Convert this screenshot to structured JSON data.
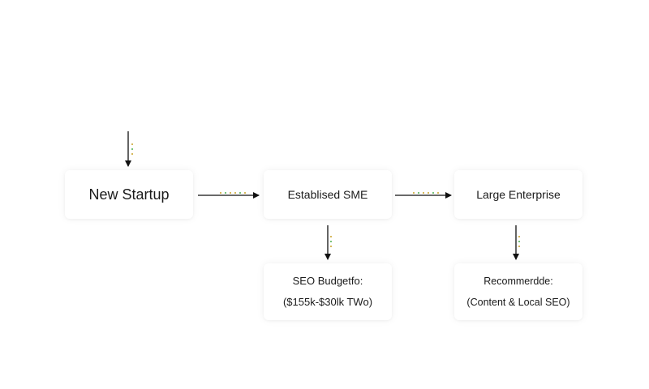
{
  "diagram": {
    "nodes": {
      "startup": {
        "label": "New Startup"
      },
      "sme": {
        "label": "Establised SME"
      },
      "enterprise": {
        "label": "Large Enterprise"
      },
      "budget": {
        "line1": "SEO Budgetfo:",
        "line2": "($155k-$30lk TWo)"
      },
      "recommend": {
        "line1": "Recommerdde:",
        "line2": "(Content & Local SEO)"
      }
    },
    "colors": {
      "arrow": "#111111",
      "dot_gold": "#c9a227",
      "dot_green": "#4caf50"
    }
  }
}
